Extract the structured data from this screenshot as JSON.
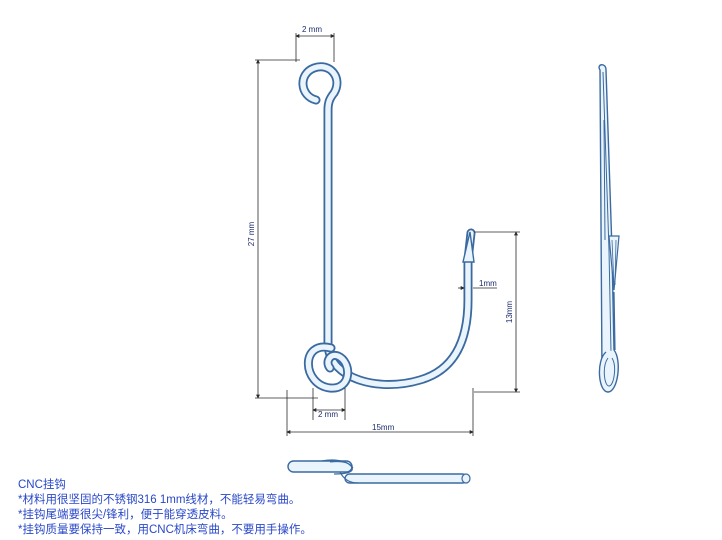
{
  "dimensions": {
    "top_gap": "2 mm",
    "height": "27 mm",
    "bottom_gap": "2 mm",
    "width": "15mm",
    "wire": "1mm",
    "tip_height": "13mm"
  },
  "notes": {
    "title": "CNC挂钩",
    "line1": "*材料用很坚固的不锈钢316 1mm线材，不能轻易弯曲。",
    "line2": "*挂钩尾端要很尖/锋利，便于能穿透皮料。",
    "line3": "*挂钩质量要保持一致，用CNC机床弯曲，不要用手操作。"
  },
  "colors": {
    "wire_stroke": "#3b6aa0",
    "wire_fill": "#eaf4fc",
    "dimension_line": "#2a2a2a",
    "note_text": "#2948c8"
  }
}
